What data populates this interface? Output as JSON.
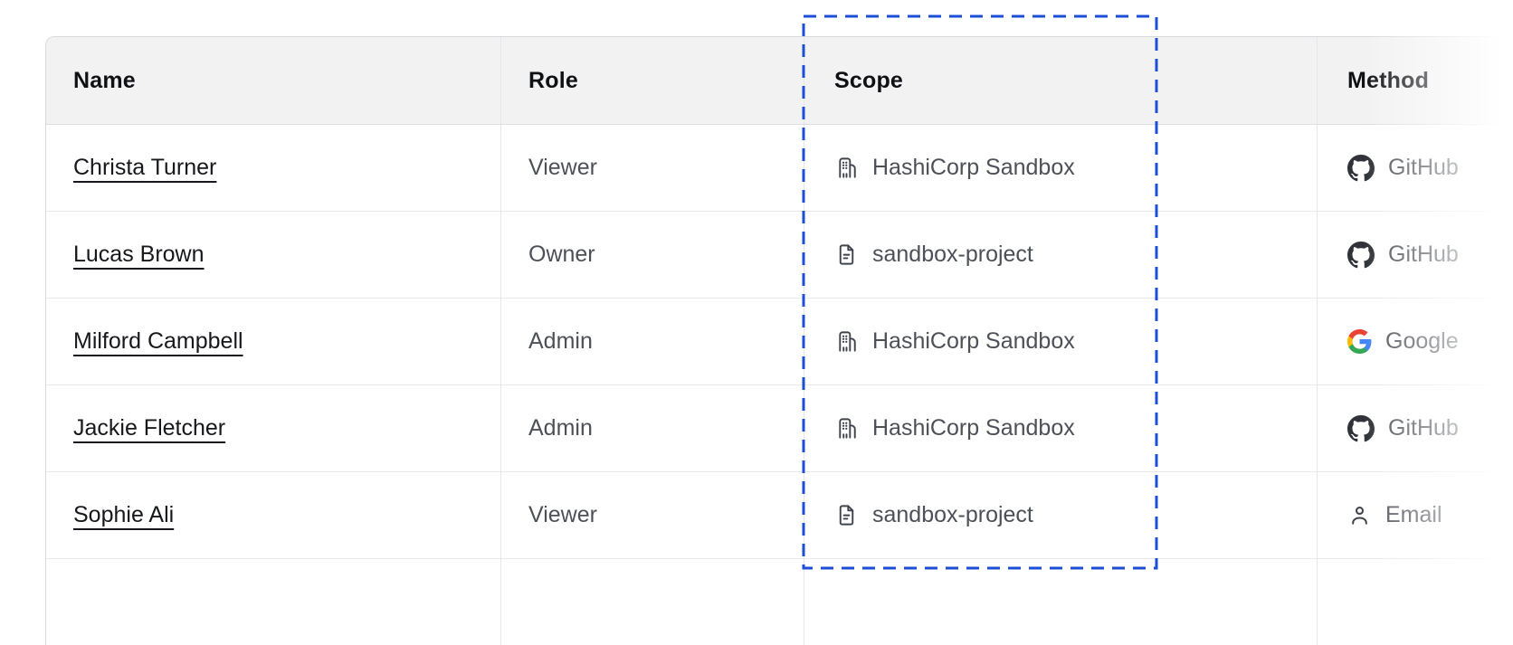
{
  "table": {
    "headers": {
      "name": "Name",
      "role": "Role",
      "scope": "Scope",
      "method": "Method"
    },
    "rows": [
      {
        "name": "Christa Turner",
        "role": "Viewer",
        "scope": "HashiCorp Sandbox",
        "scope_icon": "organization-building-icon",
        "method": "GitHub",
        "method_icon": "github-icon"
      },
      {
        "name": "Lucas Brown",
        "role": "Owner",
        "scope": "sandbox-project",
        "scope_icon": "file-document-icon",
        "method": "GitHub",
        "method_icon": "github-icon"
      },
      {
        "name": "Milford Campbell",
        "role": "Admin",
        "scope": "HashiCorp Sandbox",
        "scope_icon": "organization-building-icon",
        "method": "Google",
        "method_icon": "google-icon"
      },
      {
        "name": "Jackie Fletcher",
        "role": "Admin",
        "scope": "HashiCorp Sandbox",
        "scope_icon": "organization-building-icon",
        "method": "GitHub",
        "method_icon": "github-icon"
      },
      {
        "name": "Sophie Ali",
        "role": "Viewer",
        "scope": "sandbox-project",
        "scope_icon": "file-document-icon",
        "method": "Email",
        "method_icon": "user-icon"
      }
    ]
  },
  "selection": {
    "target_column": "Scope",
    "border_style": "dashed",
    "border_color": "#1d4fd6"
  },
  "colors": {
    "header_bg": "#f2f2f3",
    "outer_border": "#d7d9dc",
    "row_border": "#e7e8ea",
    "header_text": "#101114",
    "name_text": "#17181c",
    "body_text": "#4d5057",
    "icon": "#3f434b",
    "google_blue": "#4285F4",
    "google_green": "#34A853",
    "google_yellow": "#FBBC05",
    "google_red": "#EA4335"
  }
}
